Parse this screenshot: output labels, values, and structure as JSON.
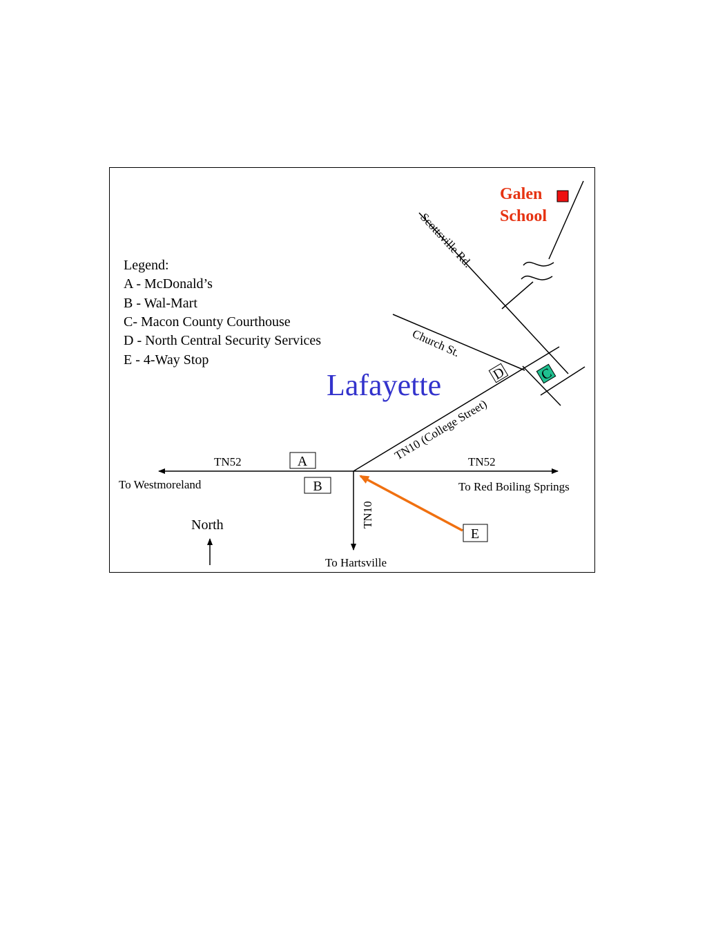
{
  "legend": {
    "title": "Legend:",
    "items": [
      "A - McDonald’s",
      "B - Wal-Mart",
      "C- Macon County Courthouse",
      "D - North Central Security Services",
      "E - 4-Way Stop"
    ]
  },
  "town": {
    "name": "Lafayette",
    "color": "#3333cc"
  },
  "school": {
    "line1": "Galen",
    "line2": "School",
    "color": "#e63312",
    "marker_color": "#ee1111"
  },
  "roads": {
    "scottsville": "Scottsville Rd.",
    "church": "Church St.",
    "college": "TN10 (College Street)",
    "tn52_west": "TN52",
    "tn52_east": "TN52",
    "tn10_south": "TN10"
  },
  "destinations": {
    "west": "To Westmoreland",
    "east": "To Red Boiling Springs",
    "south": "To Hartsville"
  },
  "markers": {
    "a": "A",
    "b": "B",
    "c": "C",
    "d": "D",
    "e": "E",
    "c_color": "#1fbf8f",
    "e_arrow_color": "#f07010"
  },
  "north": "North"
}
